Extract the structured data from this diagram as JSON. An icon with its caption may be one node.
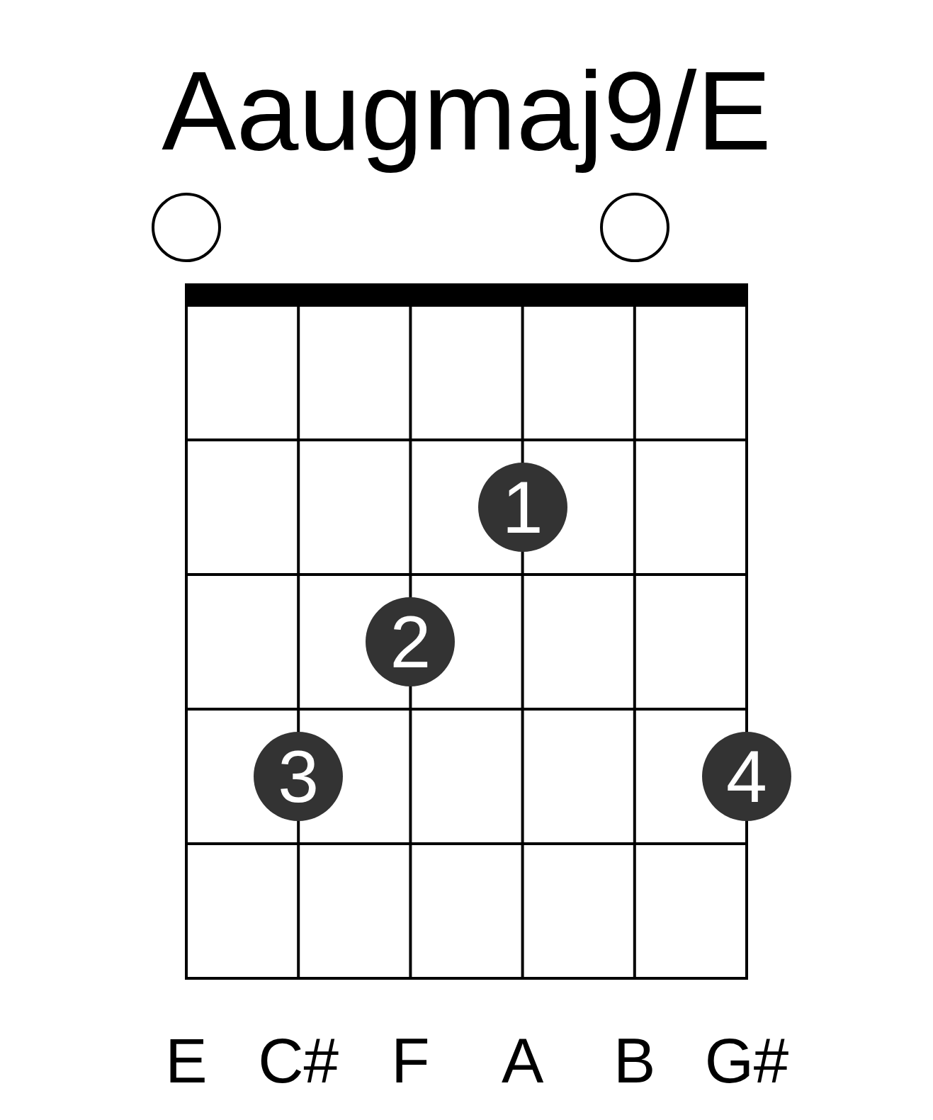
{
  "diagram": {
    "title": "Aaugmaj9/E",
    "nodes": [
      {
        "text": [],
        "shape": "circle"
      },
      {
        "text": [],
        "shape": "circle"
      },
      {
        "text": [
          "1"
        ]
      },
      {
        "text": [
          "2"
        ]
      },
      {
        "text": [
          "3"
        ]
      },
      {
        "text": [
          "4"
        ]
      }
    ],
    "labels": [
      "E",
      "C#",
      "F",
      "A",
      "B",
      "G#"
    ]
  }
}
